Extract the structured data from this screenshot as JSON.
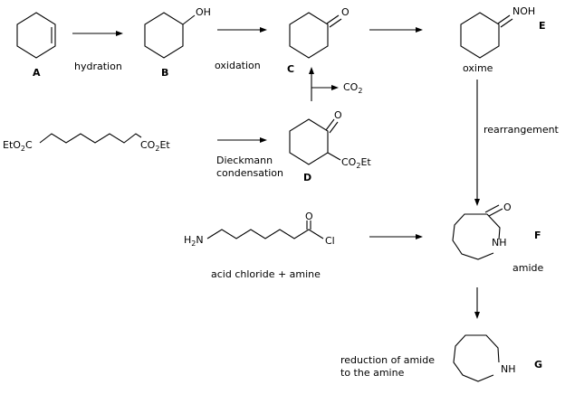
{
  "compounds": {
    "A": "A",
    "B": "B",
    "C": "C",
    "D": "D",
    "E": "E",
    "F": "F",
    "G": "G"
  },
  "atoms": {
    "oh": "OH",
    "o_ketone": "O",
    "noh": "NOH",
    "eto2c": "EtO",
    "eto2c_sub": "2",
    "eto2c_tail": "C",
    "co2et": "CO",
    "co2et_sub": "2",
    "co2et_tail": "Et",
    "co2": "CO",
    "co2_sub": "2",
    "d_o": "O",
    "d_co2et": "CO",
    "d_co2et_sub": "2",
    "d_co2et_tail": "Et",
    "h2n": "H",
    "h2n_sub": "2",
    "h2n_tail": "N",
    "acid_o": "O",
    "cl": "Cl",
    "f_o": "O",
    "f_nh": "NH",
    "g_nh": "NH"
  },
  "steps": {
    "hydration": "hydration",
    "oxidation": "oxidation",
    "oxime": "oxime",
    "rearrangement": "rearrangement",
    "dieckmann_1": "Dieckmann",
    "dieckmann_2": "condensation",
    "acid_chloride": "acid chloride + amine",
    "amide": "amide",
    "reduction_1": "reduction of amide",
    "reduction_2": "to the amine"
  }
}
